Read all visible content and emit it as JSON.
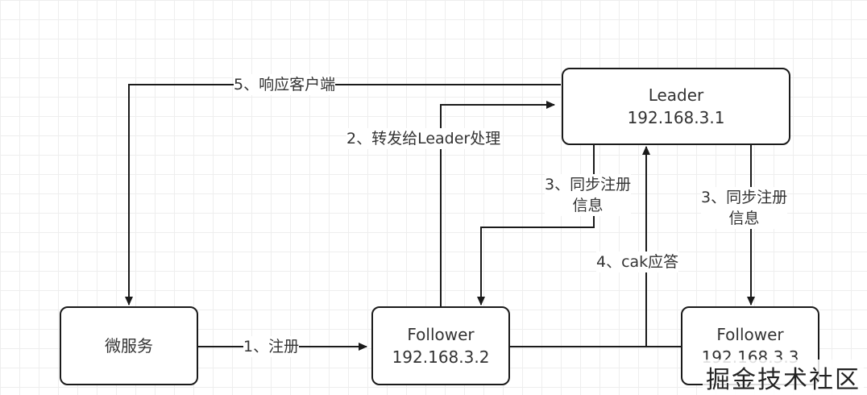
{
  "nodes": {
    "microservice": {
      "label": "微服务"
    },
    "leader": {
      "name": "Leader",
      "ip": "192.168.3.1"
    },
    "follower_a": {
      "name": "Follower",
      "ip": "192.168.3.2"
    },
    "follower_b": {
      "name": "Follower",
      "ip": "192.168.3.3"
    }
  },
  "edges": {
    "register": "1、注册",
    "forward": "2、转发给Leader处理",
    "sync_a_line1": "3、同步注册",
    "sync_a_line2": "信息",
    "sync_b_line1": "3、同步注册",
    "sync_b_line2": "信息",
    "ack": "4、cak应答",
    "respond": "5、响应客户端"
  },
  "watermark": "掘金技术社区"
}
